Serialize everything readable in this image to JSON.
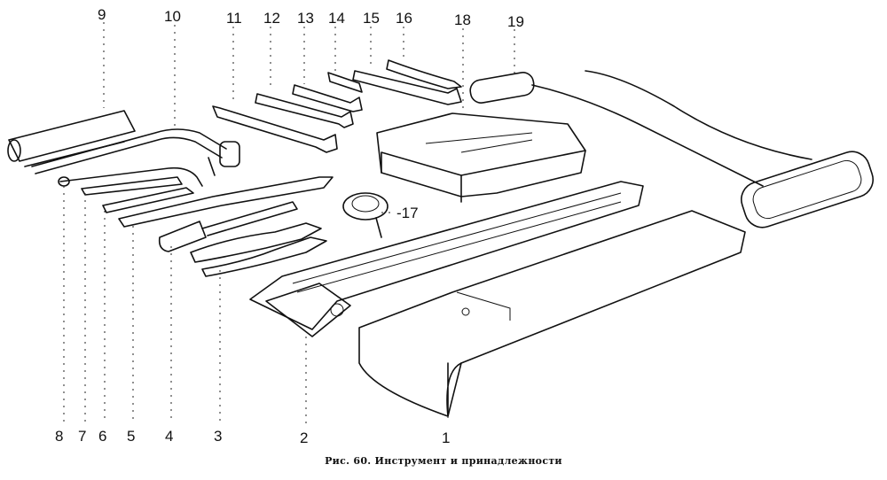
{
  "caption": "Рис. 60. Инструмент и принадлежности",
  "callouts": {
    "n1": "1",
    "n2": "2",
    "n3": "3",
    "n4": "4",
    "n5": "5",
    "n6": "6",
    "n7": "7",
    "n8": "8",
    "n9": "9",
    "n10": "10",
    "n11": "11",
    "n12": "12",
    "n13": "13",
    "n14": "14",
    "n15": "15",
    "n16": "16",
    "n17": "-17",
    "n18": "18",
    "n19": "19"
  }
}
